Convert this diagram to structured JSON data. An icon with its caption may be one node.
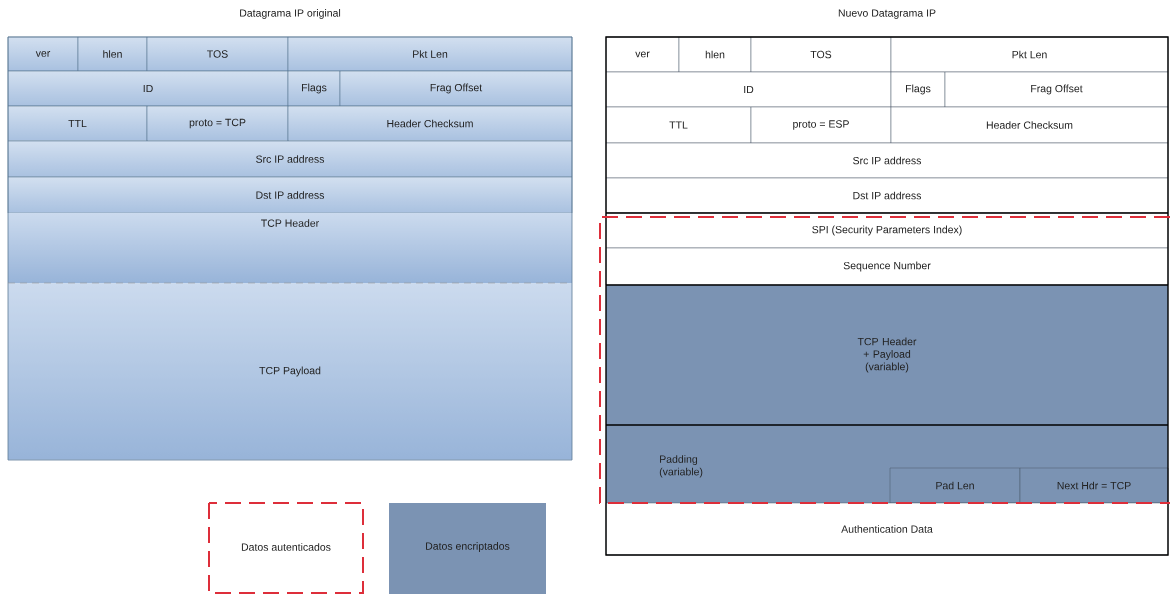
{
  "diagram": {
    "nodes": [
      {
        "text": [
          "Datagrama IP original"
        ]
      },
      {
        "text": [
          "ver"
        ],
        "in": 0
      },
      {
        "text": [
          "hlen"
        ],
        "in": 0
      },
      {
        "text": [
          "TOS"
        ],
        "in": 0
      },
      {
        "text": [
          "Pkt Len"
        ],
        "in": 0
      },
      {
        "text": [
          "ID"
        ],
        "in": 0
      },
      {
        "text": [
          "Flags"
        ],
        "in": 0
      },
      {
        "text": [
          "Frag Offset"
        ],
        "in": 0
      },
      {
        "text": [
          "TTL"
        ],
        "in": 0
      },
      {
        "text": [
          "proto = TCP"
        ],
        "in": 0
      },
      {
        "text": [
          "Header Checksum"
        ],
        "in": 0
      },
      {
        "text": [
          "Src IP address"
        ],
        "in": 0
      },
      {
        "text": [
          "Dst IP address"
        ],
        "in": 0
      },
      {
        "text": [
          "TCP Header"
        ],
        "in": 0
      },
      {
        "text": [
          "TCP Payload"
        ],
        "in": 0
      },
      {
        "text": [
          "Nuevo Datagrama IP"
        ]
      },
      {
        "text": [
          "ver"
        ],
        "in": 15
      },
      {
        "text": [
          "hlen"
        ],
        "in": 15
      },
      {
        "text": [
          "TOS"
        ],
        "in": 15
      },
      {
        "text": [
          "Pkt Len"
        ],
        "in": 15
      },
      {
        "text": [
          "ID"
        ],
        "in": 15
      },
      {
        "text": [
          "Flags"
        ],
        "in": 15
      },
      {
        "text": [
          "Frag Offset"
        ],
        "in": 15
      },
      {
        "text": [
          "TTL"
        ],
        "in": 15
      },
      {
        "text": [
          "proto = ESP"
        ],
        "in": 15
      },
      {
        "text": [
          "Header Checksum"
        ],
        "in": 15
      },
      {
        "text": [
          "Src IP address"
        ],
        "in": 15
      },
      {
        "text": [
          "Dst IP address"
        ],
        "in": 15
      },
      {
        "text": [
          "SPI (Security Parameters Index)"
        ],
        "in": 15
      },
      {
        "text": [
          "Sequence Number"
        ],
        "in": 15
      },
      {
        "text": [
          "TCP Header + Payload (variable)"
        ],
        "in": 15
      },
      {
        "text": [
          "Padding (variable)"
        ],
        "in": 15
      },
      {
        "text": [
          "Pad Len"
        ],
        "in": 31
      },
      {
        "text": [
          "Next Hdr = TCP"
        ],
        "in": 31
      },
      {
        "text": [
          "Authentication Data"
        ],
        "in": 15
      }
    ],
    "legend": [
      {
        "text": "Datos autenticados"
      },
      {
        "text": "Datos encriptados",
        "color": "#7b93b3"
      }
    ]
  }
}
